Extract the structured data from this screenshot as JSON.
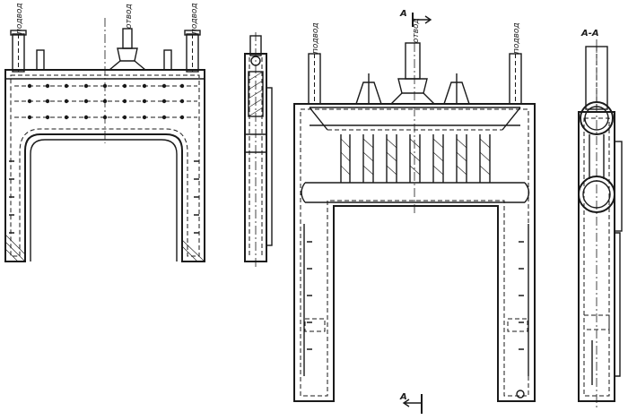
{
  "labels": {
    "inlet": "подвод",
    "outlet": "отвод",
    "section_mark": "А",
    "section_title": "А-А"
  }
}
